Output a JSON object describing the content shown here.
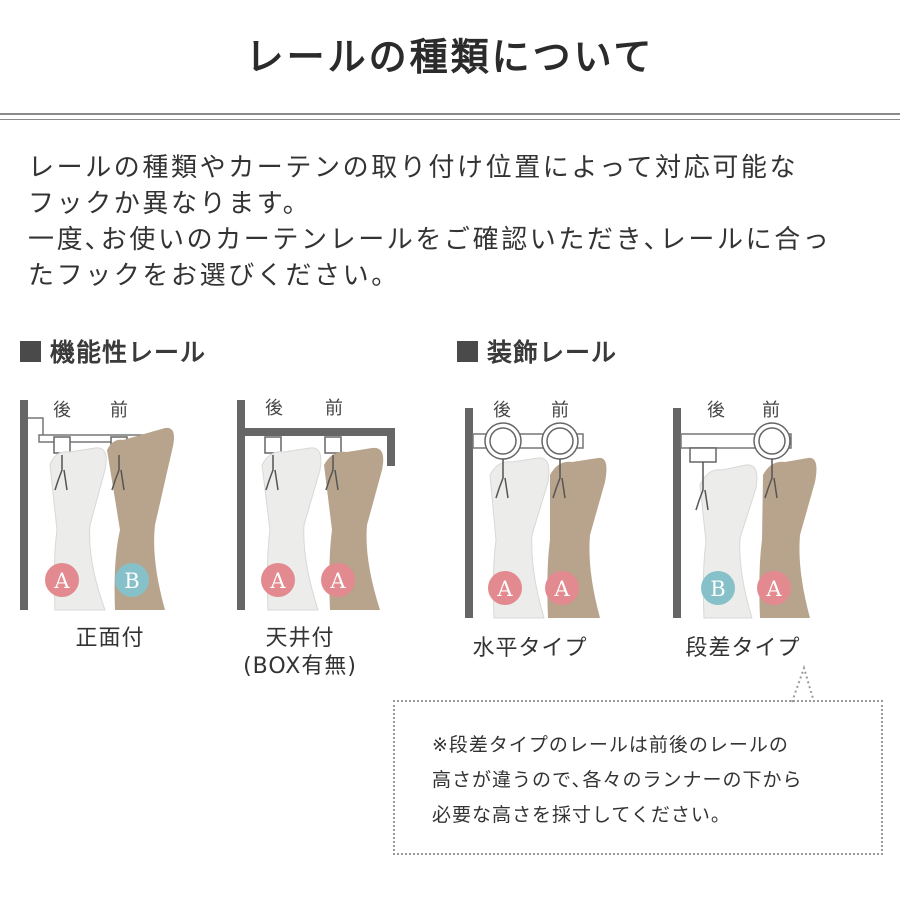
{
  "page_title": "レールの種類について",
  "intro_lines": [
    "レールの種類やカーテンの取り付け位置によって対応可能な",
    "フックか異なります。",
    "一度､お使いのカーテンレールをご確認いただき､レールに合っ",
    "たフックをお選びください。"
  ],
  "sections": {
    "functional": "機能性レール",
    "decorative": "装飾レール"
  },
  "labels": {
    "back": "後",
    "front": "前"
  },
  "badges": {
    "a": "A",
    "b": "B"
  },
  "captions": {
    "front_mount": "正面付",
    "ceiling_mount_1": "天井付",
    "ceiling_mount_2": "(BOX有無)",
    "horizontal": "水平タイプ",
    "stepped": "段差タイプ"
  },
  "note_lines": [
    "※段差タイプのレールは前後のレールの",
    "高さが違うので､各々のランナーの下から",
    "必要な高さを採寸してください。"
  ],
  "colors": {
    "badge_a": "#e28a8f",
    "badge_b": "#86c0c8",
    "curtain_front": "#b8a48c",
    "curtain_back": "#ececea",
    "wall": "#666666"
  }
}
